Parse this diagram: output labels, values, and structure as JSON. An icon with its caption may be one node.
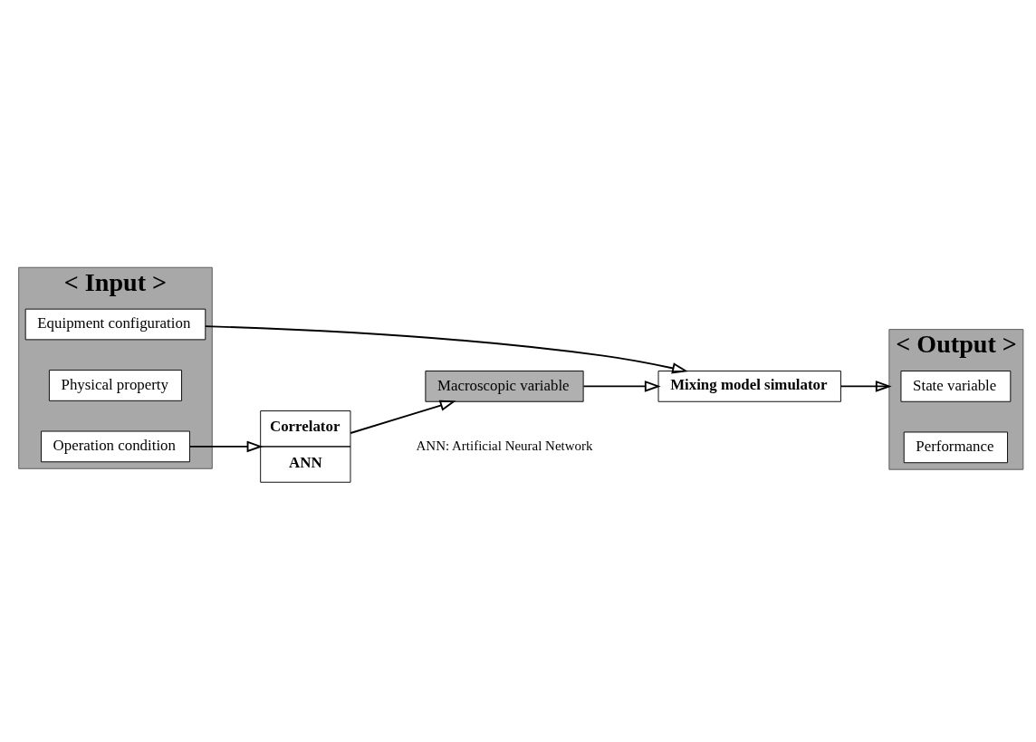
{
  "diagram": {
    "nodes": [
      {
        "text": [
          "< Input >"
        ]
      },
      {
        "text": [
          "Equipment configuration"
        ],
        "in": 0
      },
      {
        "text": [
          "Physical property"
        ],
        "in": 0
      },
      {
        "text": [
          "Operation condition"
        ],
        "in": 0
      },
      {
        "text": [
          "Mixing model simulator"
        ]
      },
      {
        "text": [
          "Macroscopic variable"
        ]
      },
      {
        "text": [
          "Correlator",
          "ANN"
        ]
      },
      {
        "text": [
          "< Output >"
        ]
      },
      {
        "text": [
          "State variable"
        ],
        "in": 7
      },
      {
        "text": [
          "Performance"
        ],
        "in": 7
      }
    ],
    "edges": [
      {
        "from": 1,
        "to": 4,
        "arrow": "to"
      },
      {
        "from": 5,
        "to": 4,
        "arrow": "to"
      },
      {
        "from": 6,
        "to": 5,
        "arrow": "to"
      },
      {
        "from": 3,
        "to": 6,
        "arrow": "to"
      },
      {
        "from": 4,
        "to": 7,
        "arrow": "to"
      }
    ],
    "labels": [
      "ANN: Artificial Neural Network"
    ]
  }
}
